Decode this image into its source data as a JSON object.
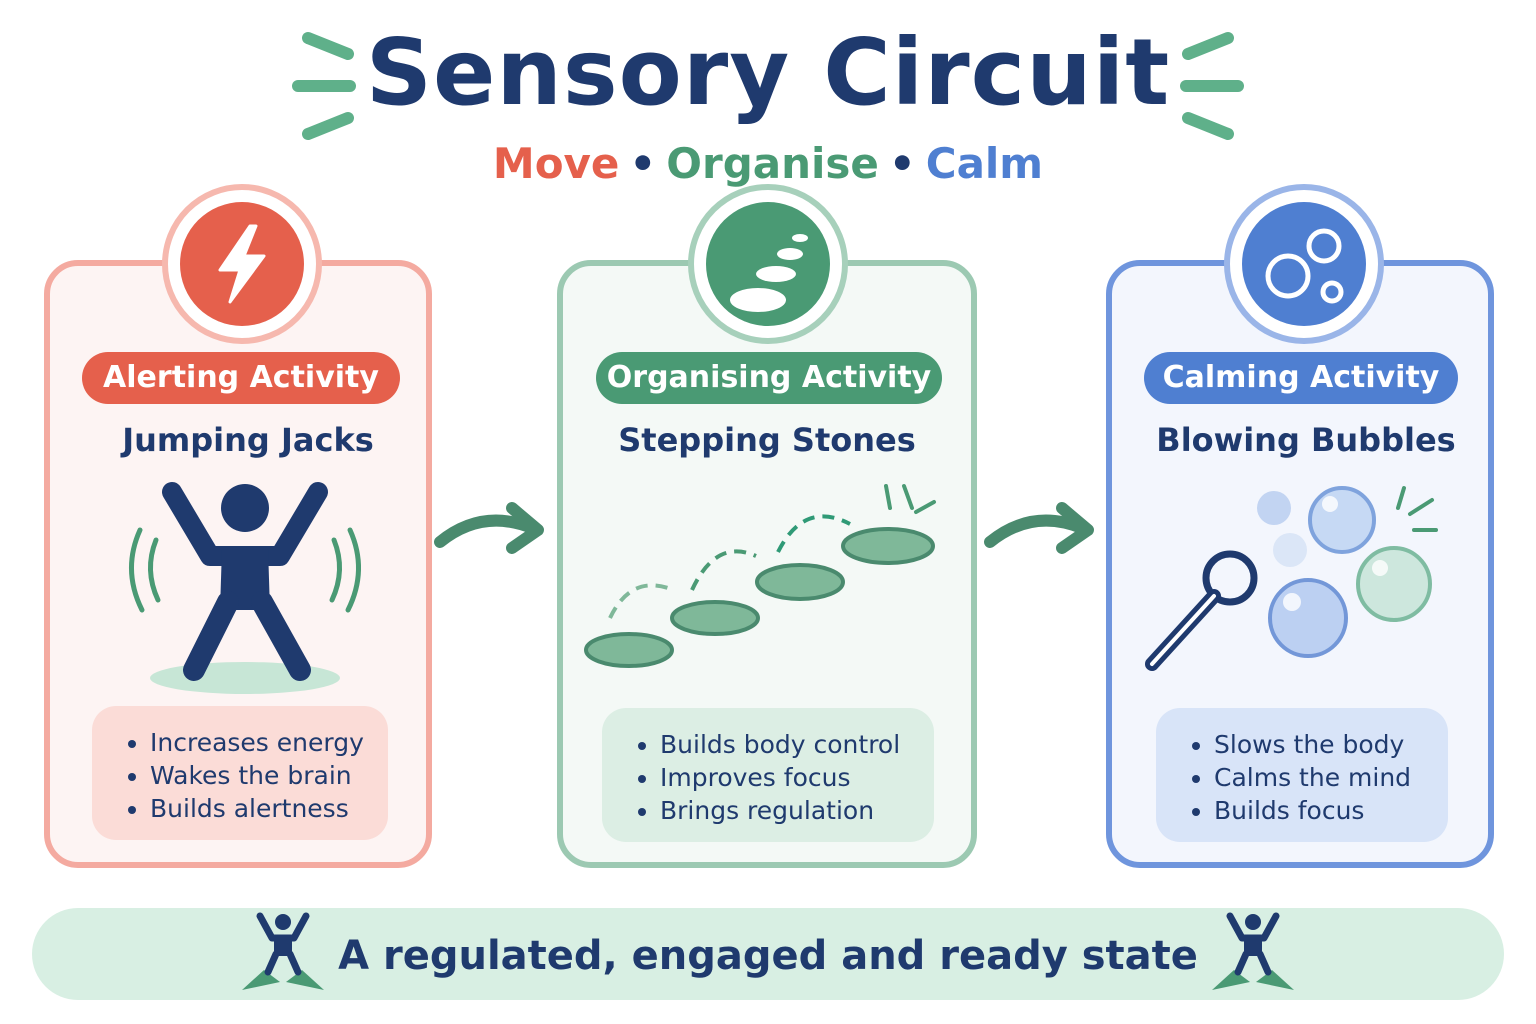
{
  "header": {
    "title": "Sensory Circuit",
    "subtitle": {
      "move": "Move",
      "organise": "Organise",
      "calm": "Calm",
      "separator": "•"
    }
  },
  "colors": {
    "navy": "#1f3a6e",
    "red": "#e5604c",
    "green": "#4a9a74",
    "blue": "#4f7fd1"
  },
  "cards": [
    {
      "icon": "lightning-bolt-icon",
      "category": "Alerting Activity",
      "activity": "Jumping Jacks",
      "illustration": "jumping-figure-icon",
      "benefits": [
        "Increases energy",
        "Wakes the brain",
        "Builds alertness"
      ]
    },
    {
      "icon": "stones-icon",
      "category": "Organising Activity",
      "activity": "Stepping Stones",
      "illustration": "stepping-stones-icon",
      "benefits": [
        "Builds body control",
        "Improves focus",
        "Brings regulation"
      ]
    },
    {
      "icon": "bubbles-icon",
      "category": "Calming Activity",
      "activity": "Blowing Bubbles",
      "illustration": "bubble-wand-icon",
      "benefits": [
        "Slows the body",
        "Calms the mind",
        "Builds focus"
      ]
    }
  ],
  "footer": {
    "text": "A regulated, engaged and ready state",
    "left_icon": "jumping-person-icon",
    "right_icon": "jumping-person-icon"
  }
}
